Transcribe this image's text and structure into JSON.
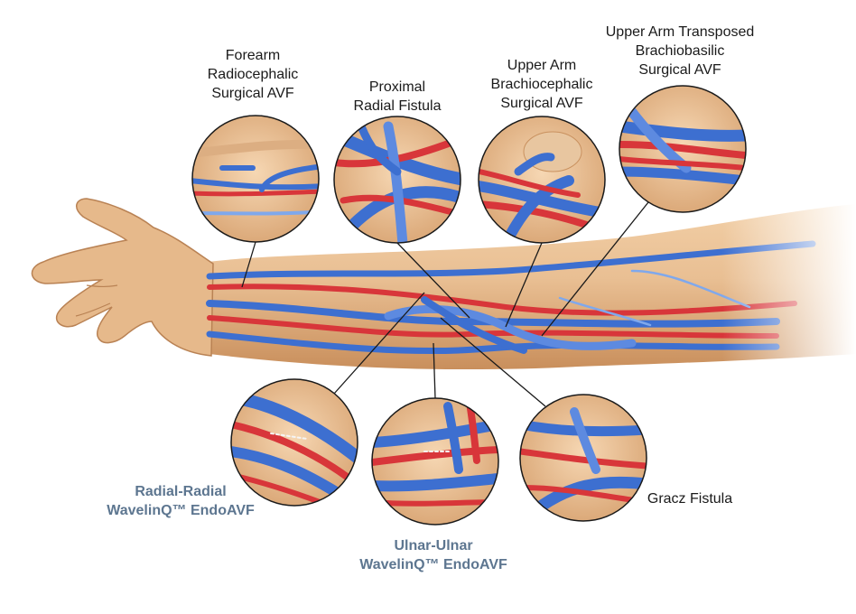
{
  "colors": {
    "skin": "#e9bf93",
    "skin_shadow": "#c9915f",
    "vein": "#3d6fd0",
    "vein_light": "#7fa8ec",
    "artery": "#d8363a",
    "artery_light": "#f07a72",
    "leader": "#1a1a1a",
    "endo_label": "#5d7690"
  },
  "labels": {
    "forearm_radiocephalic": [
      "Forearm",
      "Radiocephalic",
      "Surgical AVF"
    ],
    "proximal_radial": [
      "Proximal",
      "Radial Fistula"
    ],
    "upper_arm_brachiocephalic": [
      "Upper Arm",
      "Brachiocephalic",
      "Surgical AVF"
    ],
    "upper_arm_transposed": [
      "Upper Arm Transposed",
      "Brachiobasilic",
      "Surgical AVF"
    ],
    "radial_radial": [
      "Radial-Radial",
      "WavelinQ™ EndoAVF"
    ],
    "ulnar_ulnar": [
      "Ulnar-Ulnar",
      "WavelinQ™ EndoAVF"
    ],
    "gracz": [
      "Gracz Fistula"
    ]
  }
}
